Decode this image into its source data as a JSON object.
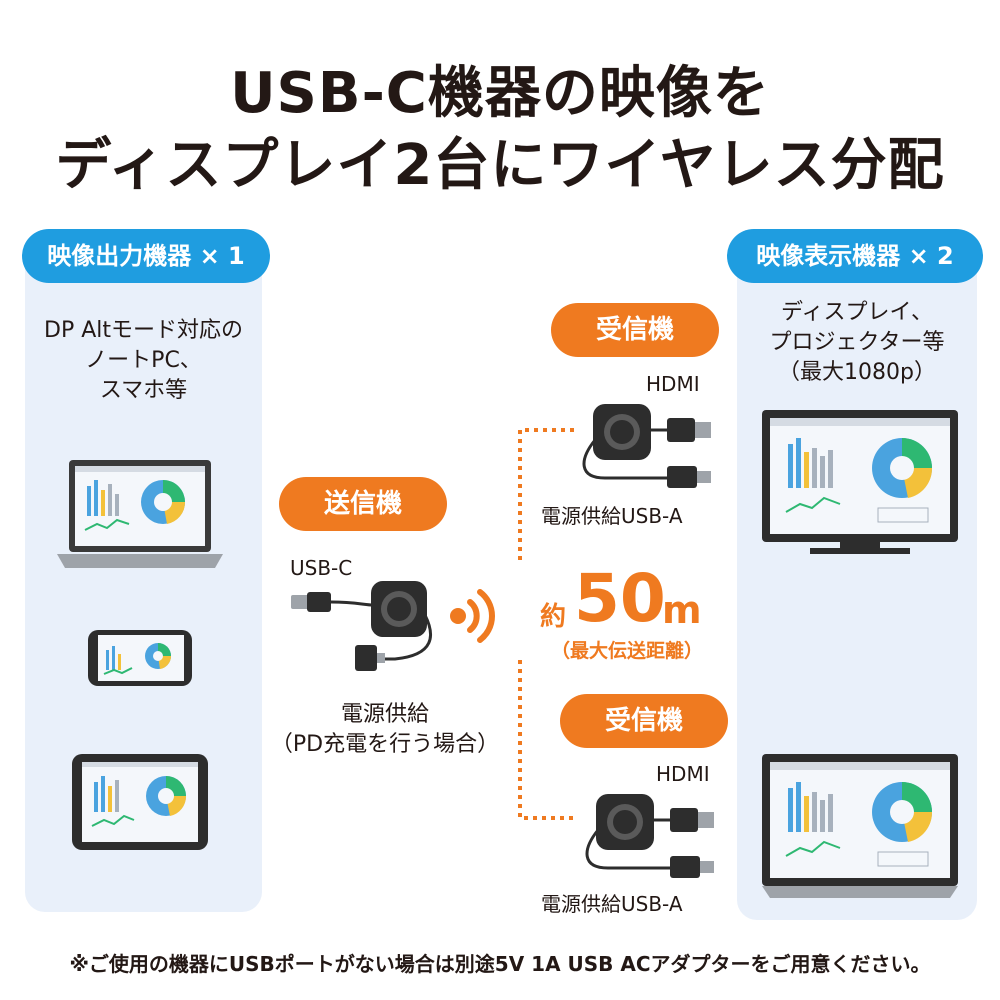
{
  "title": {
    "line1": "USB-C機器の映像を",
    "line2": "ディスプレイ2台にワイヤレス分配"
  },
  "left_panel": {
    "label": "映像出力機器 × 1",
    "desc": [
      "DP Altモード対応の",
      "ノートPC、",
      "スマホ等"
    ]
  },
  "right_panel": {
    "label": "映像表示機器 × 2",
    "desc": [
      "ディスプレイ、",
      "プロジェクター等",
      "（最大1080p）"
    ]
  },
  "transmitter": {
    "label": "送信機",
    "usb_c": "USB-C",
    "power_line1": "電源供給",
    "power_line2": "（PD充電を行う場合）"
  },
  "receiver_top": {
    "label": "受信機",
    "hdmi": "HDMI",
    "power": "電源供給USB-A"
  },
  "receiver_bottom": {
    "label": "受信機",
    "hdmi": "HDMI",
    "power": "電源供給USB-A"
  },
  "distance": {
    "prefix": "約",
    "value": "50",
    "unit": "m",
    "note": "（最大伝送距離）"
  },
  "footer": "※ご使用の機器にUSBポートがない場合は別途5V 1A USB ACアダプターをご用意ください。",
  "colors": {
    "accent_blue": "#1f9de0",
    "accent_orange": "#ef7a20",
    "panel_bg": "#e9f0fa"
  }
}
